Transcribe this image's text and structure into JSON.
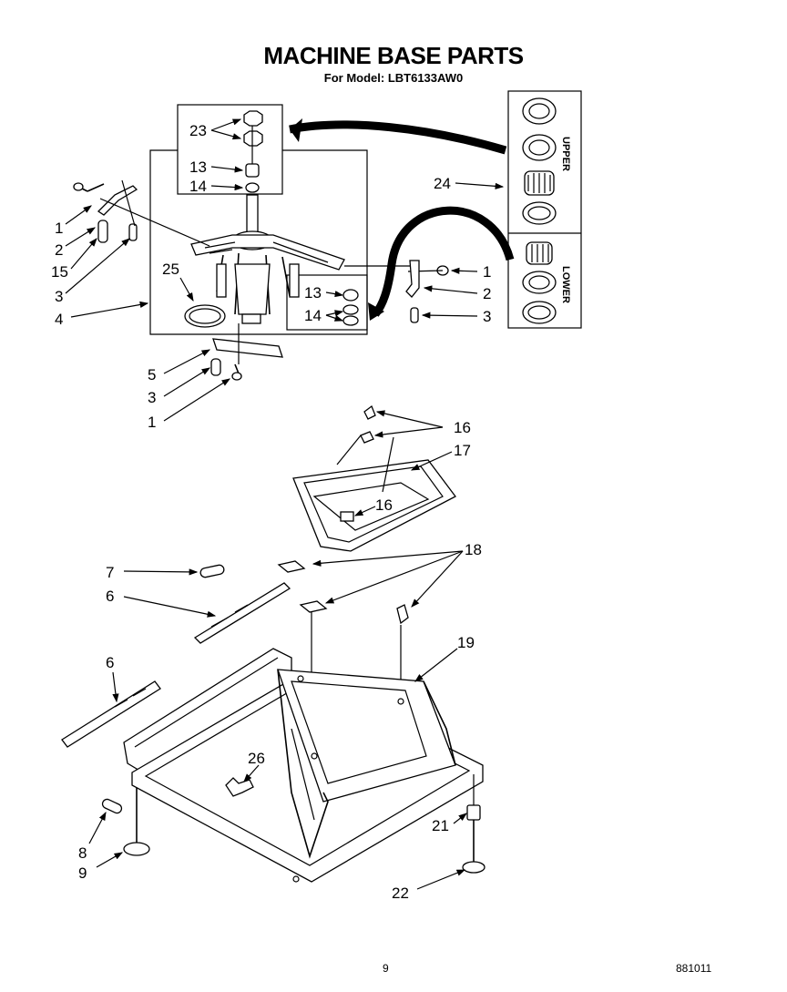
{
  "header": {
    "title": "MACHINE BASE PARTS",
    "model_line": "For Model: LBT6133AW0"
  },
  "bearing_panel": {
    "upper_label": "UPPER",
    "lower_label": "LOWER"
  },
  "callouts": [
    {
      "id": "c23",
      "text": "23"
    },
    {
      "id": "c13a",
      "text": "13"
    },
    {
      "id": "c14a",
      "text": "14"
    },
    {
      "id": "c24",
      "text": "24"
    },
    {
      "id": "c1a",
      "text": "1"
    },
    {
      "id": "c2a",
      "text": "2"
    },
    {
      "id": "c15",
      "text": "15"
    },
    {
      "id": "c3a",
      "text": "3"
    },
    {
      "id": "c25",
      "text": "25"
    },
    {
      "id": "c4",
      "text": "4"
    },
    {
      "id": "c13b",
      "text": "13"
    },
    {
      "id": "c14b",
      "text": "14"
    },
    {
      "id": "c1b",
      "text": "1"
    },
    {
      "id": "c2b",
      "text": "2"
    },
    {
      "id": "c3b",
      "text": "3"
    },
    {
      "id": "c5",
      "text": "5"
    },
    {
      "id": "c3c",
      "text": "3"
    },
    {
      "id": "c1c",
      "text": "1"
    },
    {
      "id": "c16a",
      "text": "16"
    },
    {
      "id": "c17",
      "text": "17"
    },
    {
      "id": "c16b",
      "text": "16"
    },
    {
      "id": "c18",
      "text": "18"
    },
    {
      "id": "c7",
      "text": "7"
    },
    {
      "id": "c6a",
      "text": "6"
    },
    {
      "id": "c19",
      "text": "19"
    },
    {
      "id": "c6b",
      "text": "6"
    },
    {
      "id": "c26",
      "text": "26"
    },
    {
      "id": "c21",
      "text": "21"
    },
    {
      "id": "c8",
      "text": "8"
    },
    {
      "id": "c9",
      "text": "9"
    },
    {
      "id": "c22",
      "text": "22"
    }
  ],
  "footer": {
    "page_number": "9",
    "doc_code": "881011"
  }
}
